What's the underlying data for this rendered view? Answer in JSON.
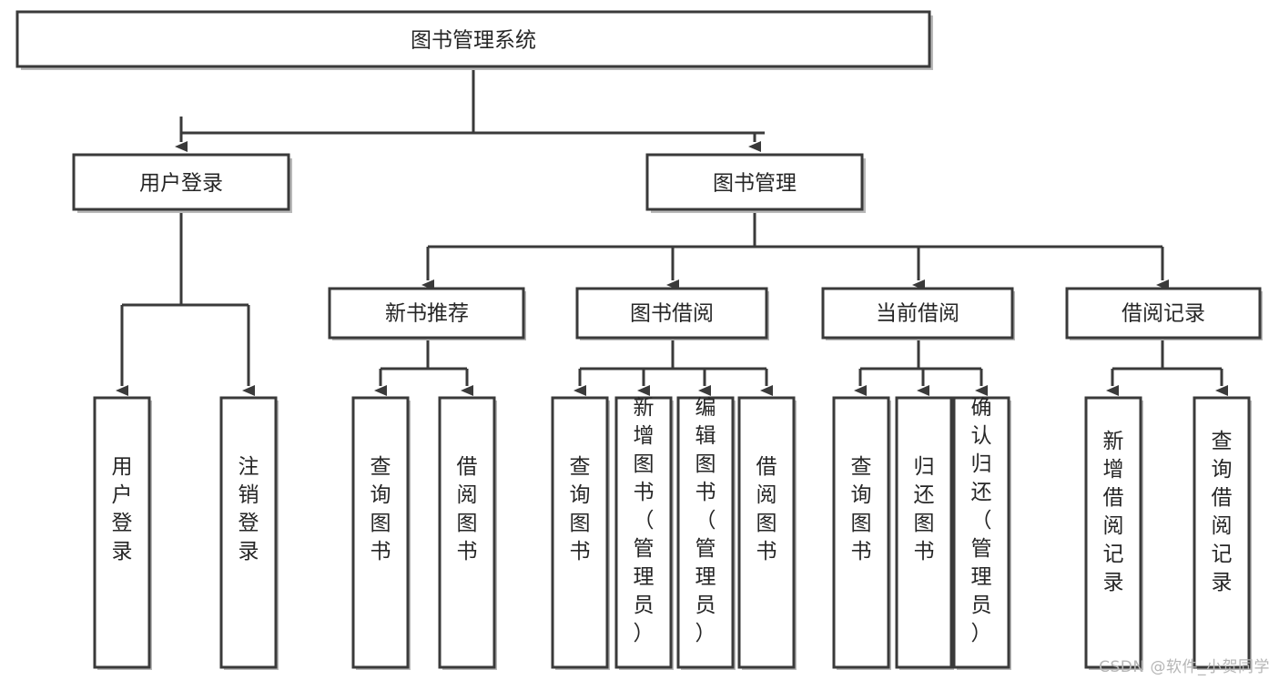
{
  "diagram": {
    "title": "图书管理系统",
    "type": "tree-hierarchy",
    "colors": {
      "box_fill": "#ffffff",
      "box_stroke": "#3a3a3a",
      "text": "#262626",
      "watermark": "#b6b6b6"
    },
    "root": {
      "label": "图书管理系统"
    },
    "level2": [
      {
        "label": "用户登录"
      },
      {
        "label": "图书管理"
      }
    ],
    "level3": [
      {
        "label": "新书推荐"
      },
      {
        "label": "图书借阅"
      },
      {
        "label": "当前借阅"
      },
      {
        "label": "借阅记录"
      }
    ],
    "leaves": {
      "user_login": [
        {
          "label": "用户登录"
        },
        {
          "label": "注销登录"
        }
      ],
      "new_book_recommend": [
        {
          "label": "查询图书"
        },
        {
          "label": "借阅图书"
        }
      ],
      "book_borrow": [
        {
          "label": "查询图书"
        },
        {
          "label": "新增图书（管理员）"
        },
        {
          "label": "编辑图书（管理员）"
        },
        {
          "label": "借阅图书"
        }
      ],
      "current_borrow": [
        {
          "label": "查询图书"
        },
        {
          "label": "归还图书"
        },
        {
          "label": "确认归还（管理员）"
        }
      ],
      "borrow_record": [
        {
          "label": "新增借阅记录"
        },
        {
          "label": "查询借阅记录"
        }
      ]
    }
  },
  "watermark": {
    "text": "CSDN @软件_小贺同学"
  }
}
